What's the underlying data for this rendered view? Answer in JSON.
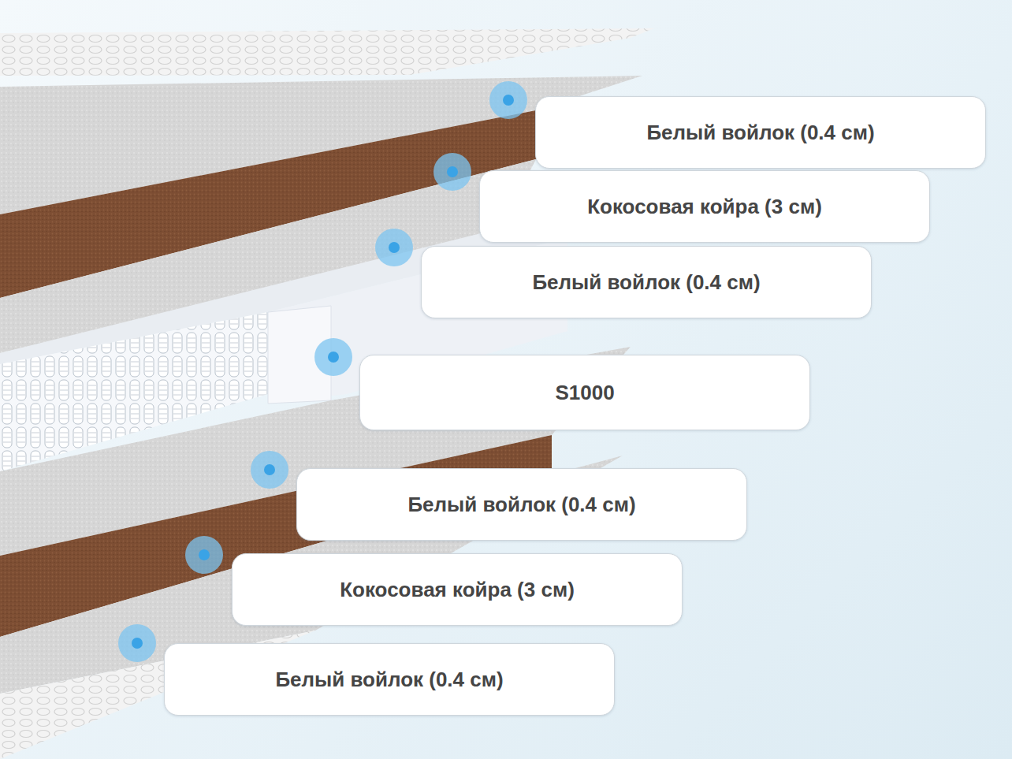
{
  "diagram": {
    "nodes": [
      {
        "text": [
          "Белый войлок (0.4 см)"
        ]
      },
      {
        "text": [
          "Кокосовая койра (3 см)"
        ]
      },
      {
        "text": [
          "Белый войлок (0.4 см)"
        ]
      },
      {
        "text": [
          "S1000"
        ]
      },
      {
        "text": [
          "Белый войлок (0.4 см)"
        ]
      },
      {
        "text": [
          "Кокосовая койра (3 см)"
        ]
      },
      {
        "text": [
          "Белый войлок (0.4 см)"
        ]
      }
    ]
  }
}
